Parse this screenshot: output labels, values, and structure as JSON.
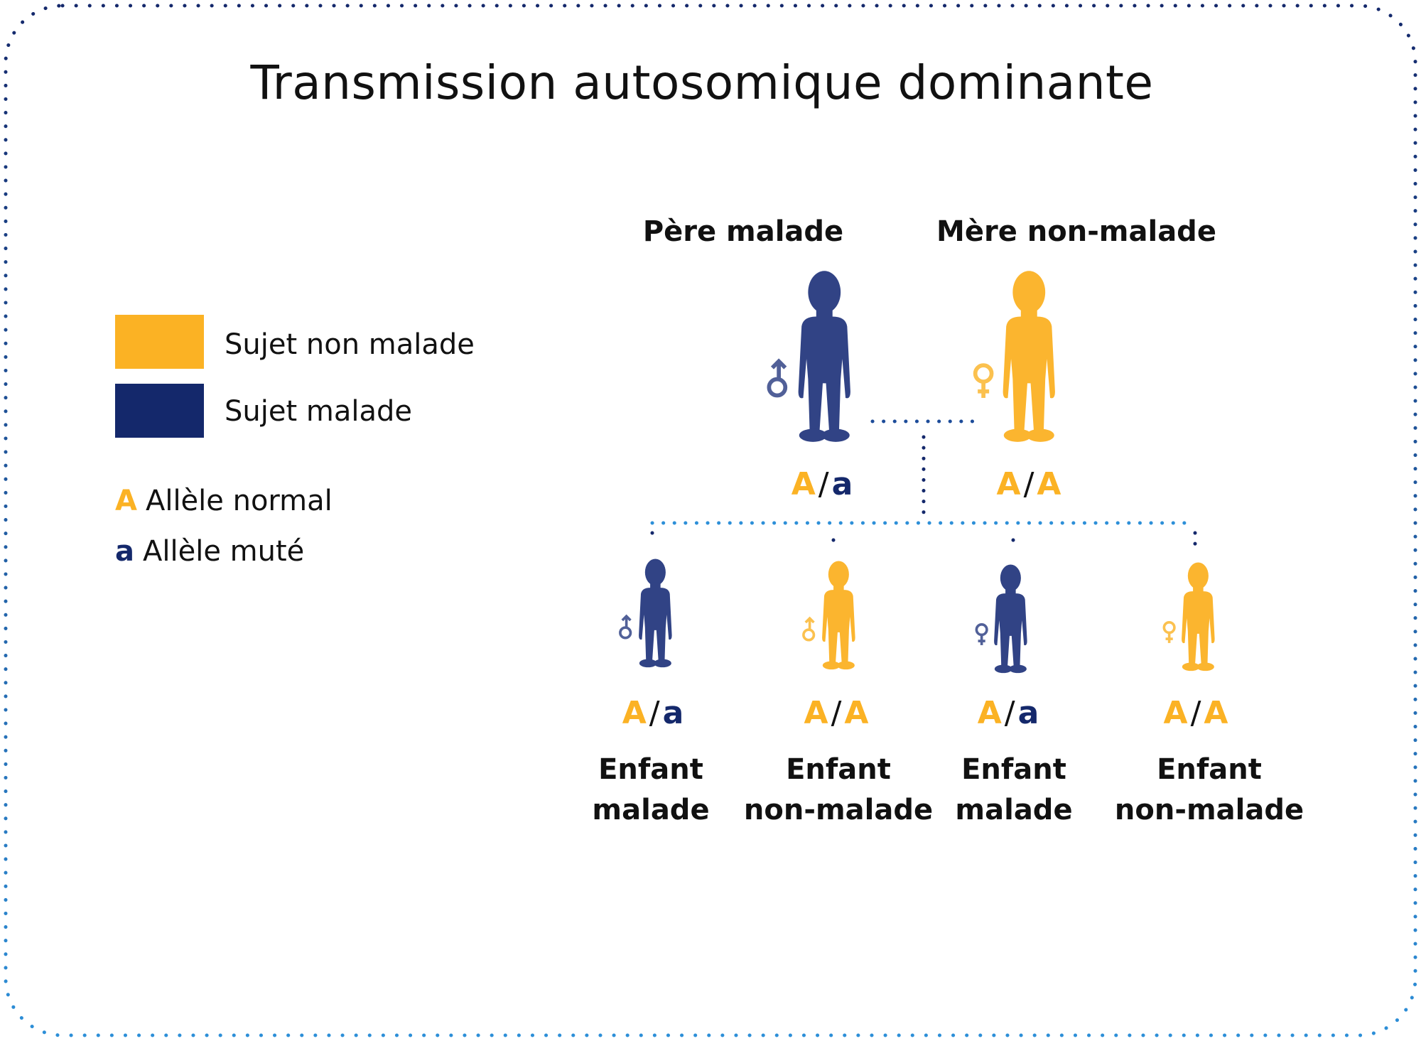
{
  "title": "Transmission autosomique dominante",
  "colors": {
    "healthy": "#FBB224",
    "affected": "#14286B",
    "figure_affected": "#26397F",
    "line_dark": "#14286B",
    "line_light": "#2D8FD8"
  },
  "legend": {
    "healthy_label": "Sujet non malade",
    "affected_label": "Sujet malade",
    "normal_allele_letter": "A",
    "normal_allele_label": "Allèle normal",
    "mutated_allele_letter": "a",
    "mutated_allele_label": "Allèle muté"
  },
  "parents": [
    {
      "label": "Père malade",
      "sex": "male",
      "status": "affected",
      "allele1": "A",
      "allele2": "a"
    },
    {
      "label": "Mère non-malade",
      "sex": "female",
      "status": "healthy",
      "allele1": "A",
      "allele2": "A"
    }
  ],
  "children": [
    {
      "line1": "Enfant",
      "line2": "malade",
      "sex": "male",
      "status": "affected",
      "allele1": "A",
      "allele2": "a"
    },
    {
      "line1": "Enfant",
      "line2": "non-malade",
      "sex": "male",
      "status": "healthy",
      "allele1": "A",
      "allele2": "A"
    },
    {
      "line1": "Enfant",
      "line2": "malade",
      "sex": "female",
      "status": "affected",
      "allele1": "A",
      "allele2": "a"
    },
    {
      "line1": "Enfant",
      "line2": "non-malade",
      "sex": "female",
      "status": "healthy",
      "allele1": "A",
      "allele2": "A"
    }
  ],
  "separator": "/"
}
